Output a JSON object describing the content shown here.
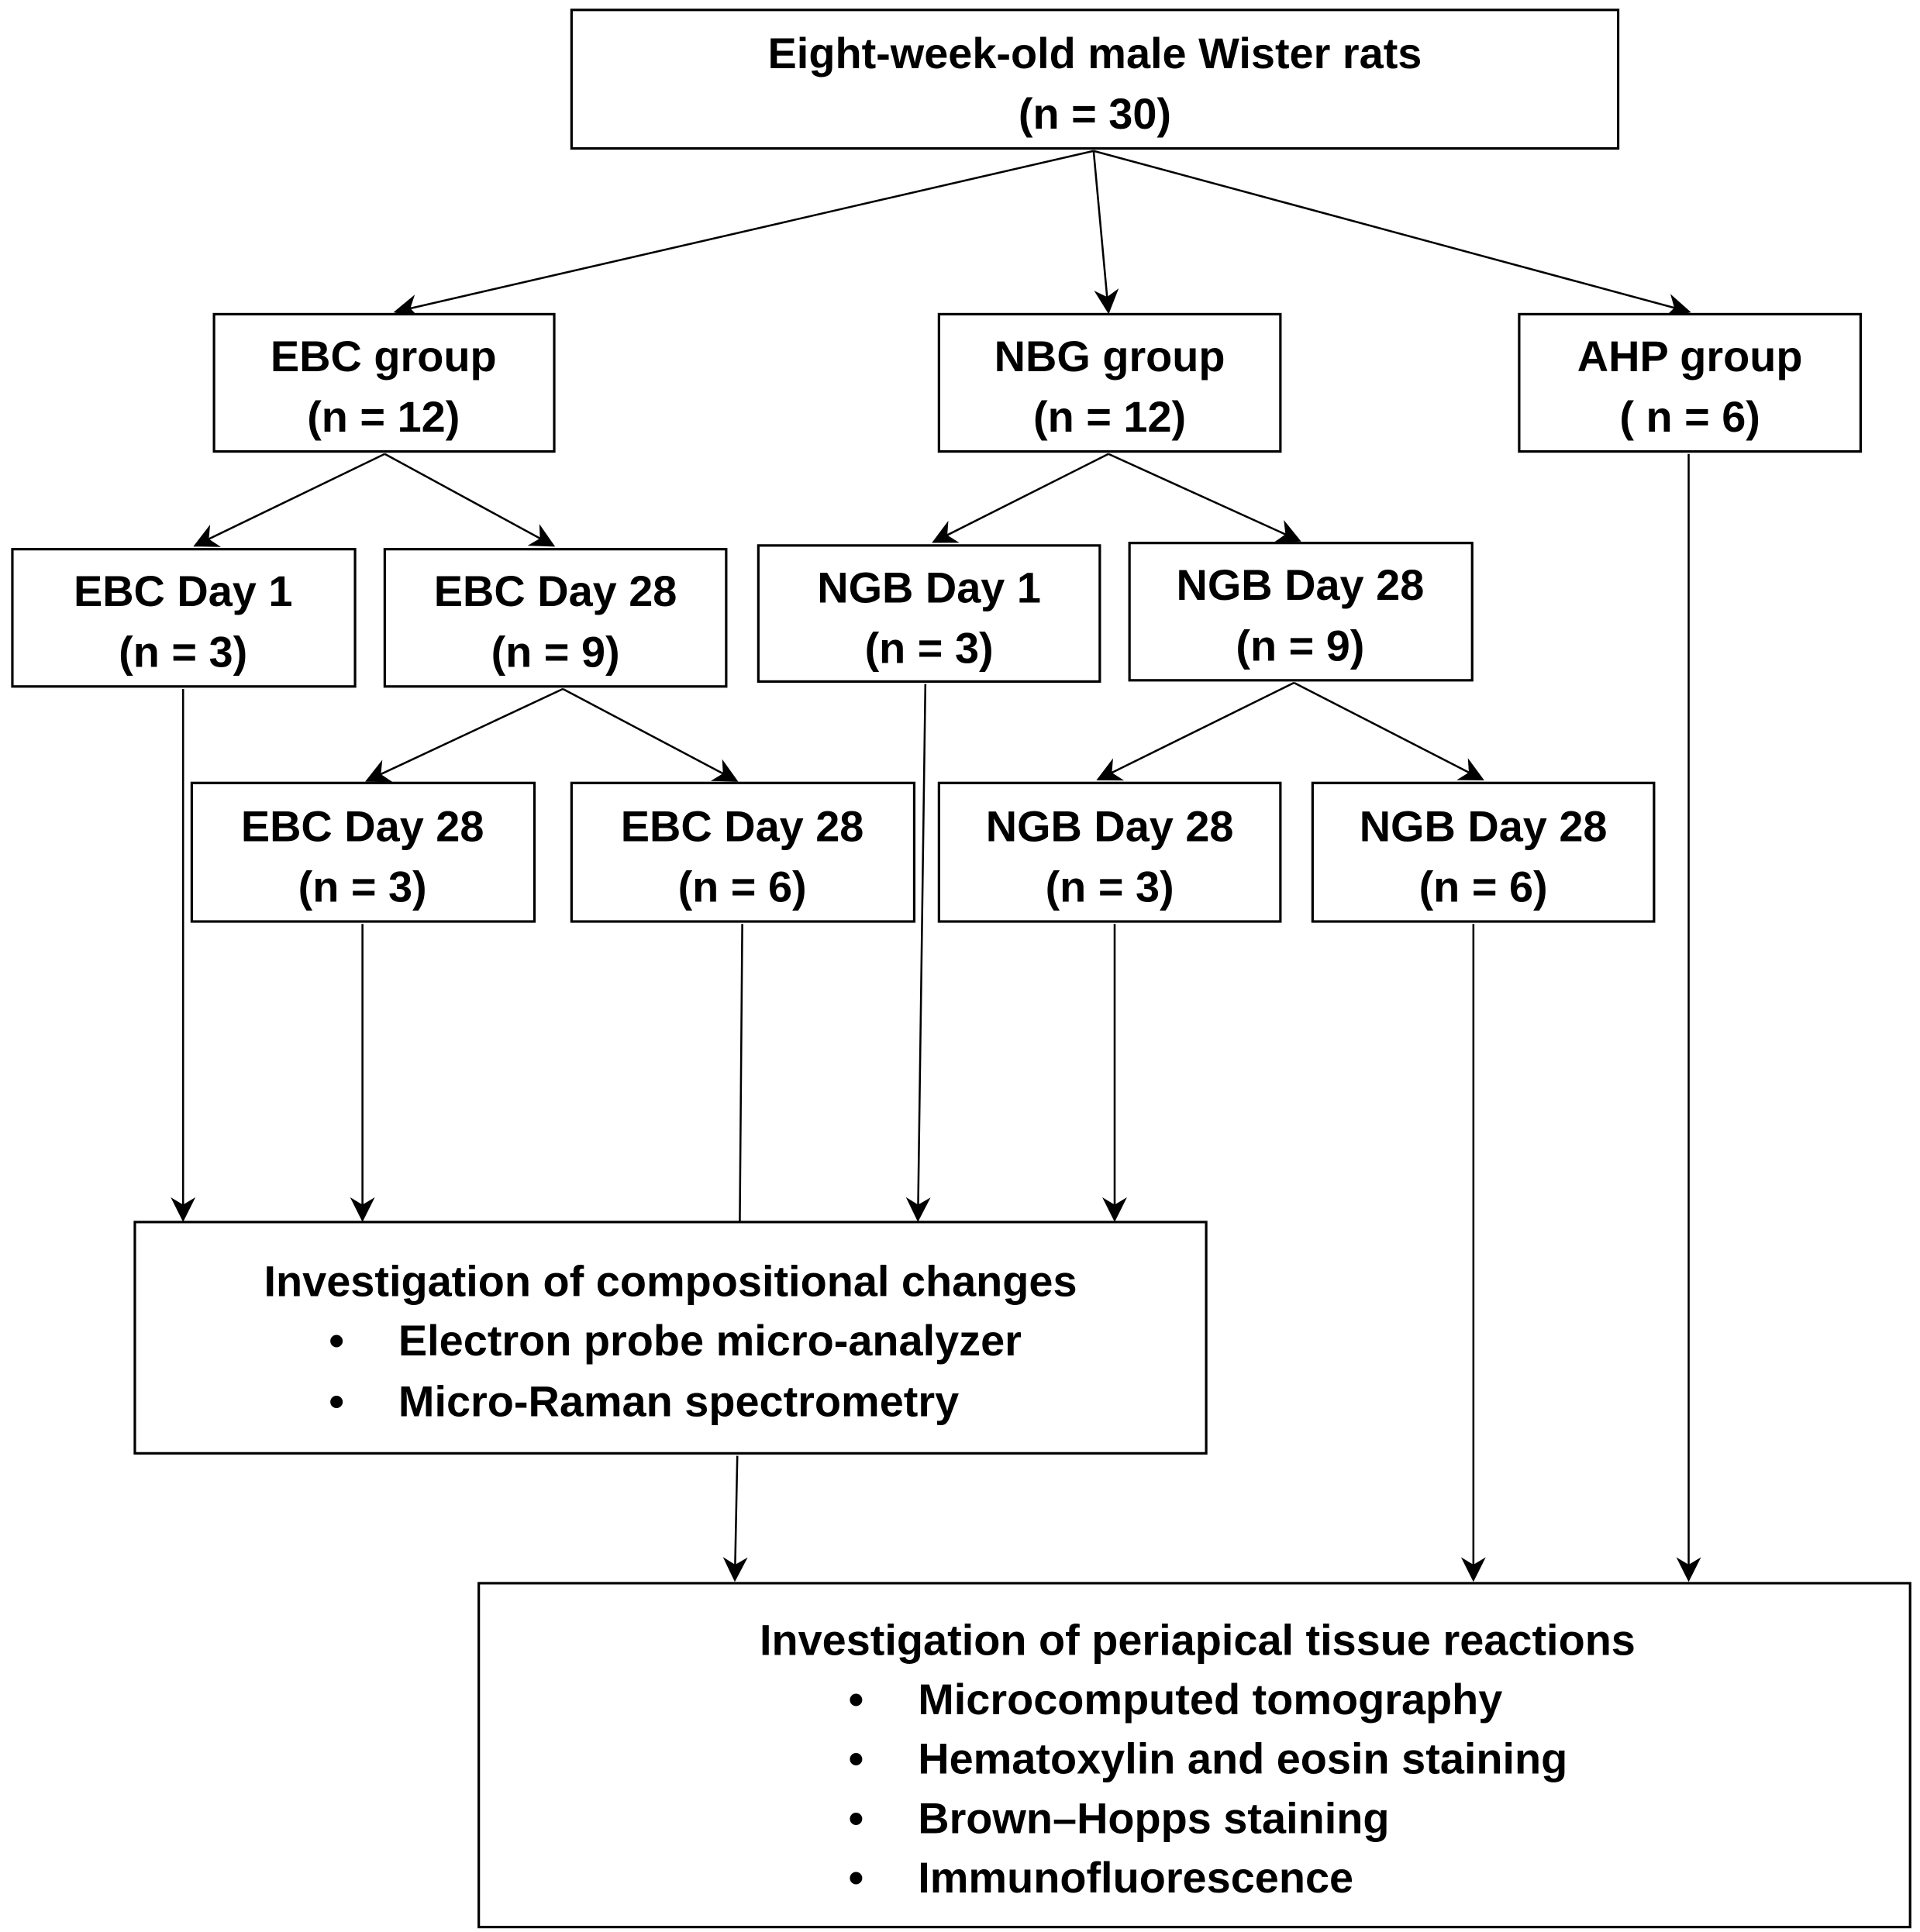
{
  "nodes": {
    "root": {
      "title": "Eight-week-old male Wister rats",
      "n": "(n = 30)"
    },
    "ebc_group": {
      "title": "EBC group",
      "n": "(n = 12)"
    },
    "nbg_group": {
      "title": "NBG group",
      "n": "(n = 12)"
    },
    "ahp_group": {
      "title": "AHP group",
      "n": "( n = 6)"
    },
    "ebc_day1": {
      "title": "EBC Day 1",
      "n": "(n = 3)"
    },
    "ebc_day28": {
      "title": "EBC Day 28",
      "n": "(n = 9)"
    },
    "ngb_day1": {
      "title": "NGB Day 1",
      "n": "(n = 3)"
    },
    "ngb_day28": {
      "title": "NGB Day 28",
      "n": "(n = 9)"
    },
    "ebc_day28_a": {
      "title": "EBC Day 28",
      "n": "(n = 3)"
    },
    "ebc_day28_b": {
      "title": "EBC Day 28",
      "n": "(n = 6)"
    },
    "ngb_day28_a": {
      "title": "NGB Day 28",
      "n": "(n = 3)"
    },
    "ngb_day28_b": {
      "title": "NGB Day 28",
      "n": "(n = 6)"
    },
    "compositional": {
      "title": "Investigation of compositional changes",
      "items": [
        "Electron probe micro-analyzer",
        "Micro-Raman spectrometry"
      ]
    },
    "periapical": {
      "title": "Investigation of periapical tissue reactions",
      "items": [
        "Microcomputed tomography",
        "Hematoxylin and eosin staining",
        "Brown–Hopps staining",
        "Immunofluorescence"
      ]
    }
  },
  "bullet": "•"
}
